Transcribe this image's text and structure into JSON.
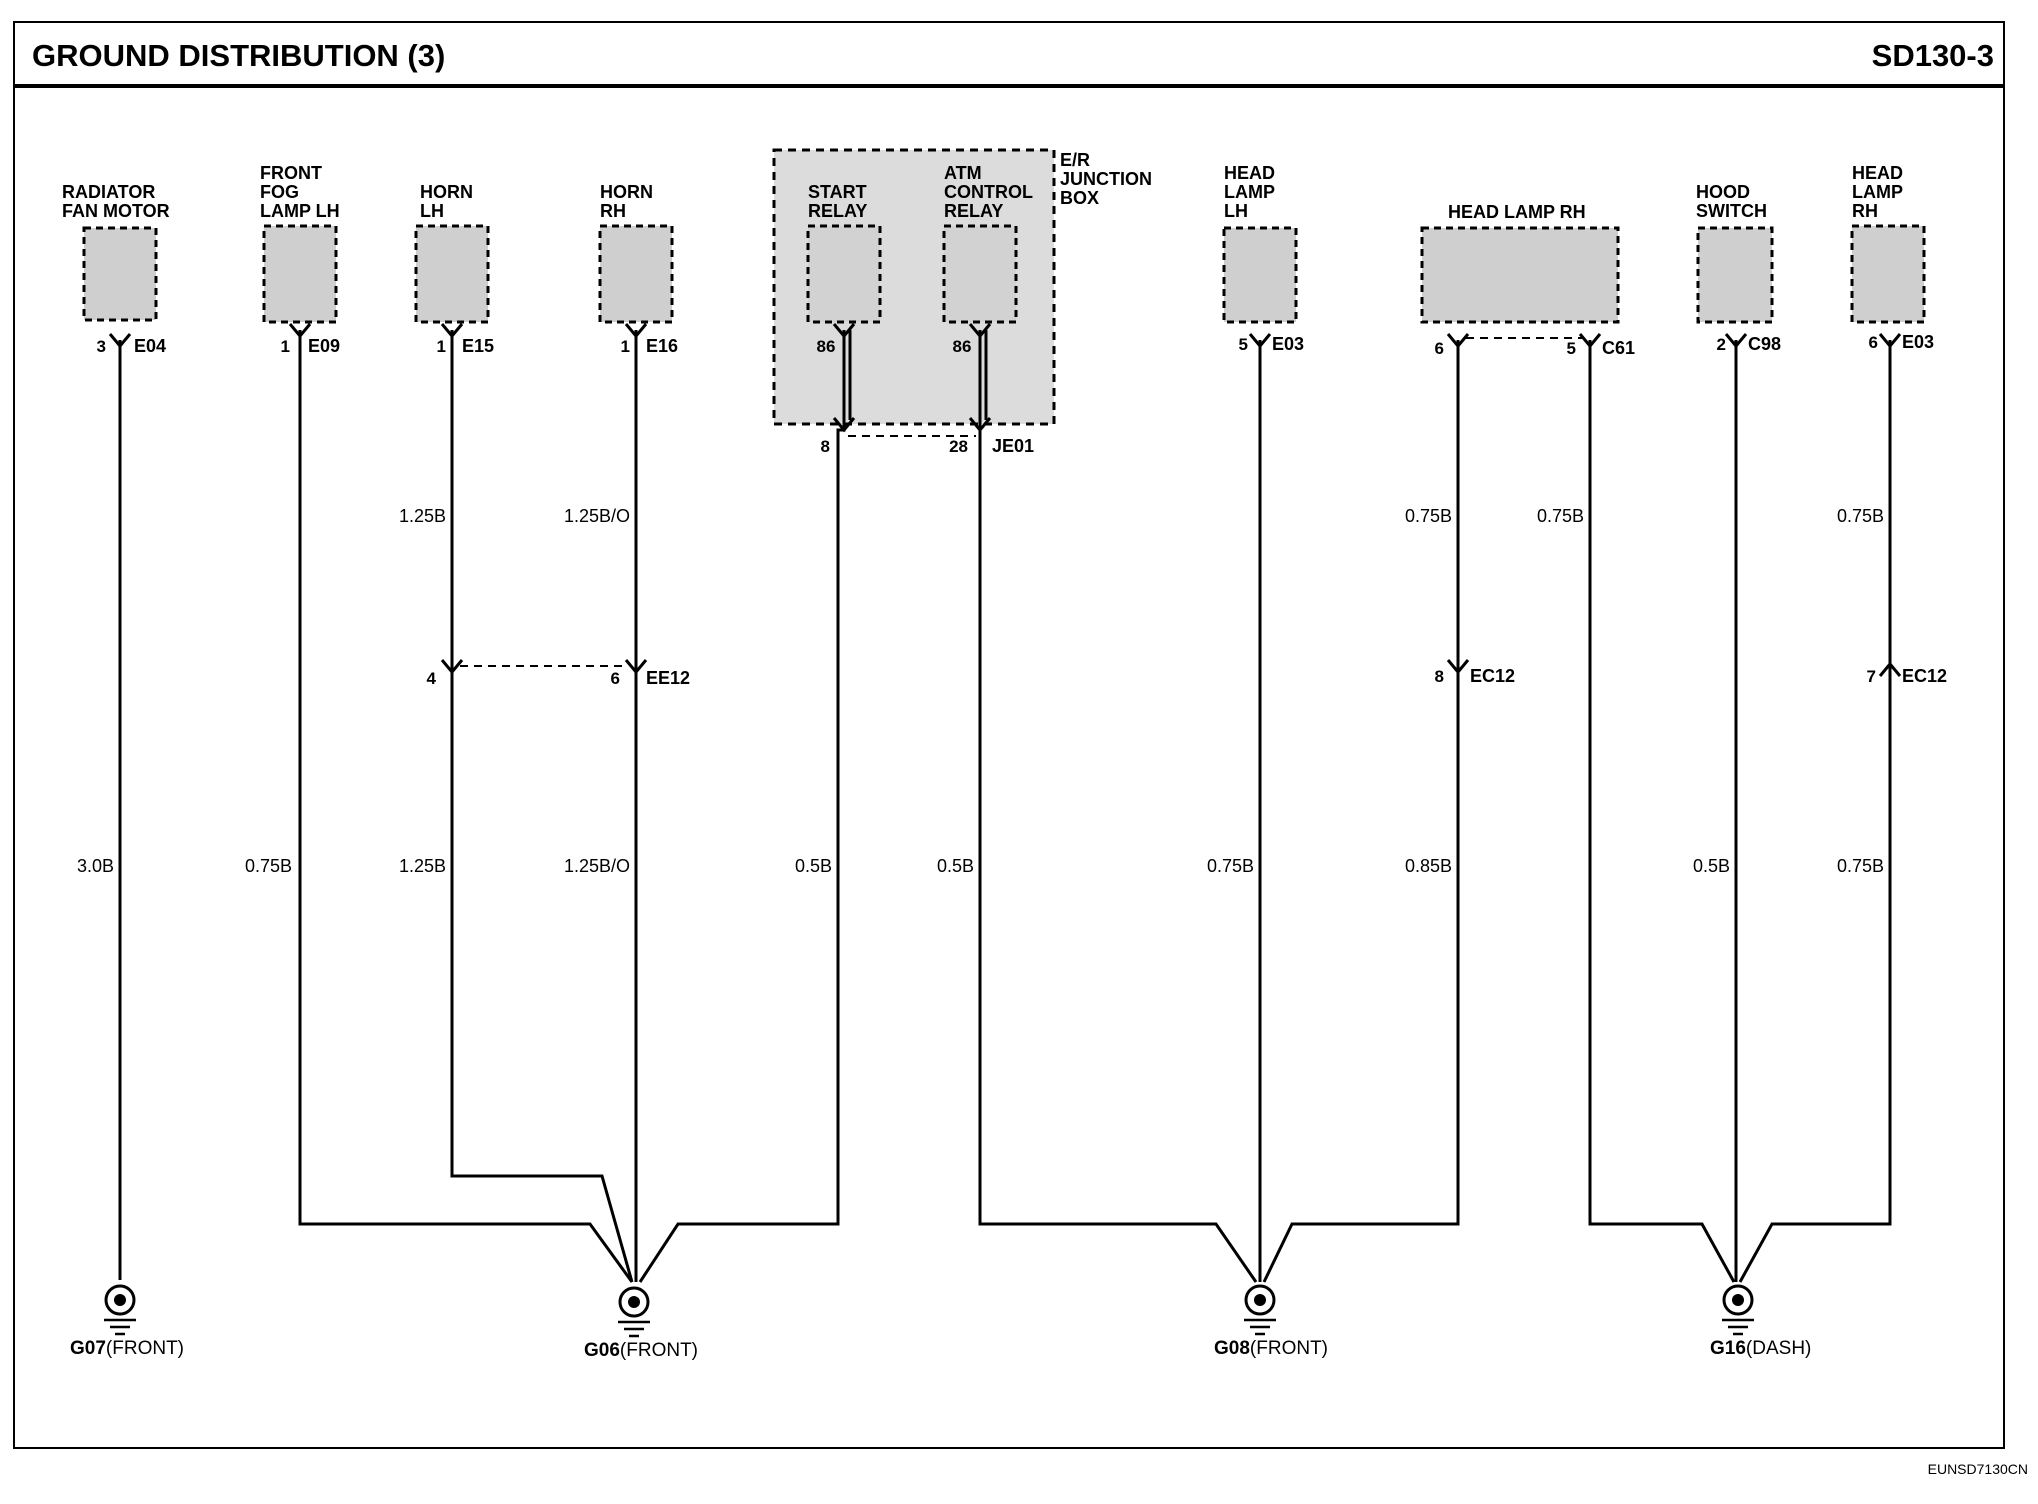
{
  "header": {
    "title": "GROUND DISTRIBUTION (3)",
    "page_code": "SD130-3"
  },
  "footer": {
    "ref_code": "EUNSD7130CN"
  },
  "junction_box": {
    "label_1": "E/R",
    "label_2": "JUNCTION",
    "label_3": "BOX",
    "connector": "JE01"
  },
  "components": {
    "radiator_fan_motor": {
      "l1": "RADIATOR",
      "l2": "FAN MOTOR",
      "pin": "3",
      "conn": "E04",
      "wire": "3.0B"
    },
    "front_fog_lamp_lh": {
      "l1": "FRONT",
      "l2": "FOG",
      "l3": "LAMP LH",
      "pin": "1",
      "conn": "E09",
      "wire": "0.75B"
    },
    "horn_lh": {
      "l1": "HORN",
      "l2": "LH",
      "pin": "1",
      "conn": "E15",
      "wire_upper": "1.25B",
      "inline_pin": "4",
      "wire_lower": "1.25B"
    },
    "horn_rh": {
      "l1": "HORN",
      "l2": "RH",
      "pin": "1",
      "conn": "E16",
      "wire_upper": "1.25B/O",
      "inline_pin": "6",
      "inline_conn": "EE12",
      "wire_lower": "1.25B/O"
    },
    "start_relay": {
      "l1": "START",
      "l2": "RELAY",
      "pin": "86",
      "out_pin": "8",
      "wire": "0.5B"
    },
    "atm_control_relay": {
      "l1": "ATM",
      "l2": "CONTROL",
      "l3": "RELAY",
      "pin": "86",
      "out_pin": "28",
      "wire": "0.5B"
    },
    "head_lamp_lh": {
      "l1": "HEAD",
      "l2": "LAMP",
      "l3": "LH",
      "pin": "5",
      "conn": "E03",
      "wire": "0.75B"
    },
    "head_lamp_rh": {
      "l1": "HEAD LAMP RH",
      "pin_a": "6",
      "pin_b": "5",
      "conn": "C61",
      "wire_a_upper": "0.75B",
      "wire_b": "0.75B",
      "inline_pin": "8",
      "inline_conn": "EC12",
      "wire_a_lower": "0.85B"
    },
    "hood_switch": {
      "l1": "HOOD",
      "l2": "SWITCH",
      "pin": "2",
      "conn": "C98",
      "wire": "0.5B"
    },
    "head_lamp_rh_2": {
      "l1": "HEAD",
      "l2": "LAMP",
      "l3": "RH",
      "pin": "6",
      "conn": "E03",
      "wire_upper": "0.75B",
      "inline_pin": "7",
      "inline_conn": "EC12",
      "wire_lower": "0.75B"
    }
  },
  "grounds": {
    "g07": {
      "code": "G07",
      "loc": "(FRONT)"
    },
    "g06": {
      "code": "G06",
      "loc": "(FRONT)"
    },
    "g08": {
      "code": "G08",
      "loc": "(FRONT)"
    },
    "g16": {
      "code": "G16",
      "loc": "(DASH)"
    }
  }
}
